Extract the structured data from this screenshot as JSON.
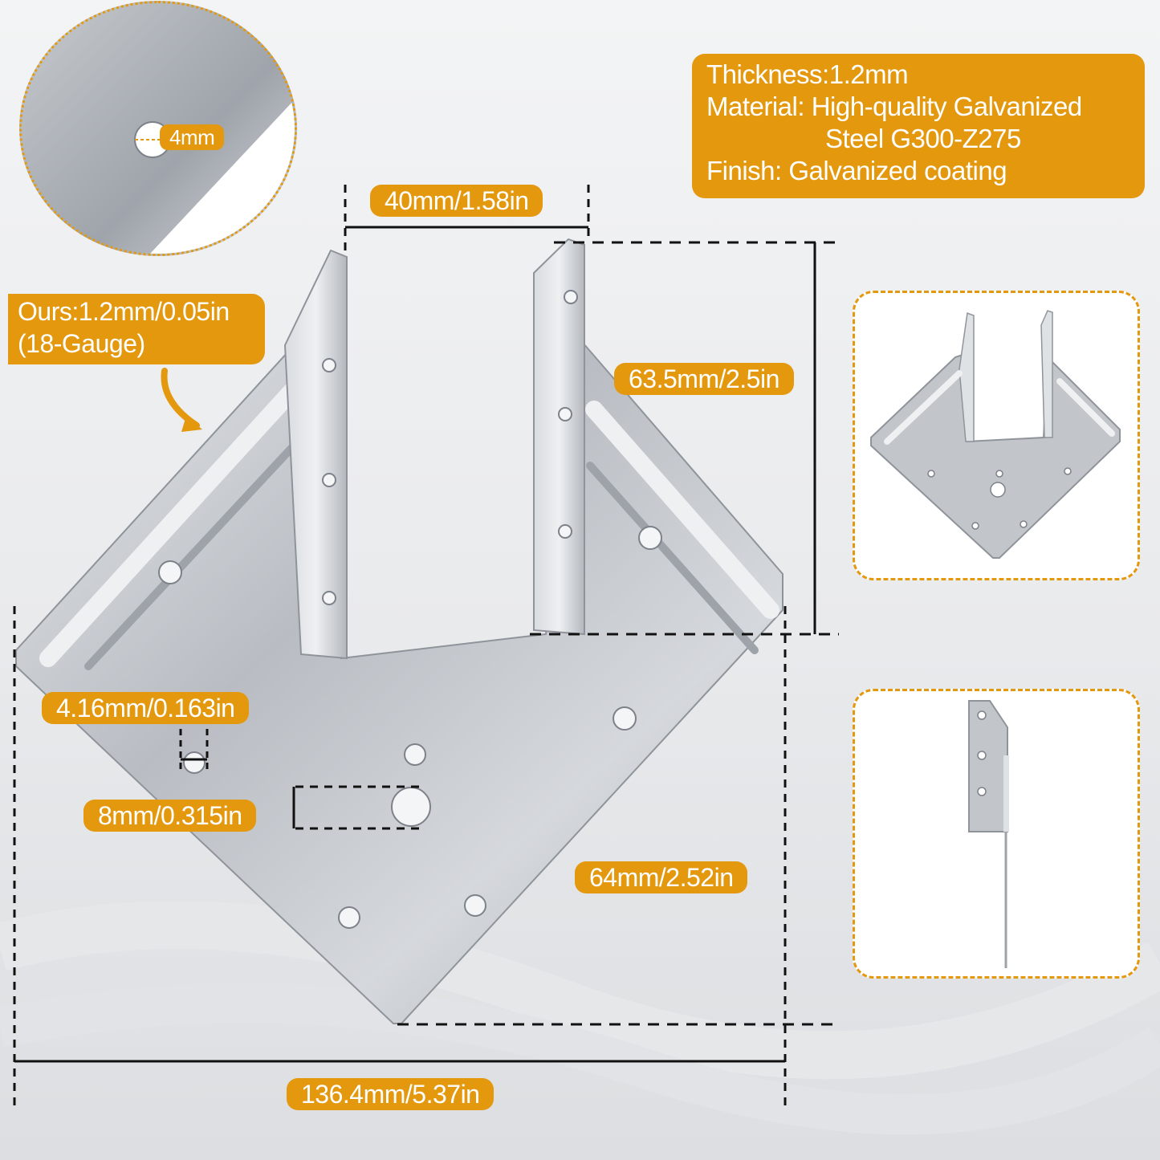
{
  "specs": {
    "thickness": "Thickness:1.2mm",
    "material_line1": "Material: High-quality Galvanized",
    "material_line2": "Steel G300-Z275",
    "finish": "Finish: Galvanized coating"
  },
  "callout": {
    "line1": "Ours:1.2mm/0.05in",
    "line2": "(18-Gauge)"
  },
  "dimensions": {
    "hole_detail": "4mm",
    "inner_width": "40mm/1.58in",
    "height": "63.5mm/2.5in",
    "small_hole": "4.16mm/0.163in",
    "large_hole": "8mm/0.315in",
    "diagonal": "64mm/2.52in",
    "total_width": "136.4mm/5.37in"
  },
  "colors": {
    "accent": "#e3980e",
    "steel": "#c9ccd1",
    "dimension_line": "#111111"
  }
}
